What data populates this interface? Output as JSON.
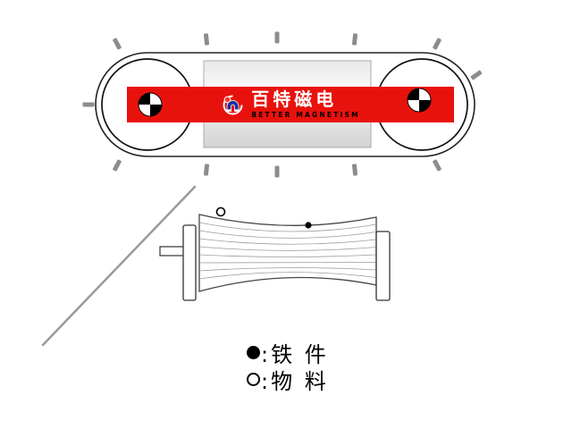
{
  "banner": {
    "brand_cn": "百特磁电",
    "brand_en": "BETTER  MAGNETISM",
    "logo_icon": "horseshoe-magnet-icon",
    "background_color": "#e8120d",
    "magnet_blue": "#16339e"
  },
  "legend": {
    "iron": {
      "symbol_icon": "filled-circle",
      "label": ":铁 件"
    },
    "material": {
      "symbol_icon": "open-circle",
      "label": ":物 料"
    }
  },
  "diagram": {
    "top_view": "belt-conveyor-with-two-pulleys-and-magnetic-zone",
    "side_view": "concave-magnetic-pulley-drum-with-shaft",
    "particles": {
      "iron": "black-dot-on-drum",
      "material": "white-circle-leaving-drum"
    }
  }
}
